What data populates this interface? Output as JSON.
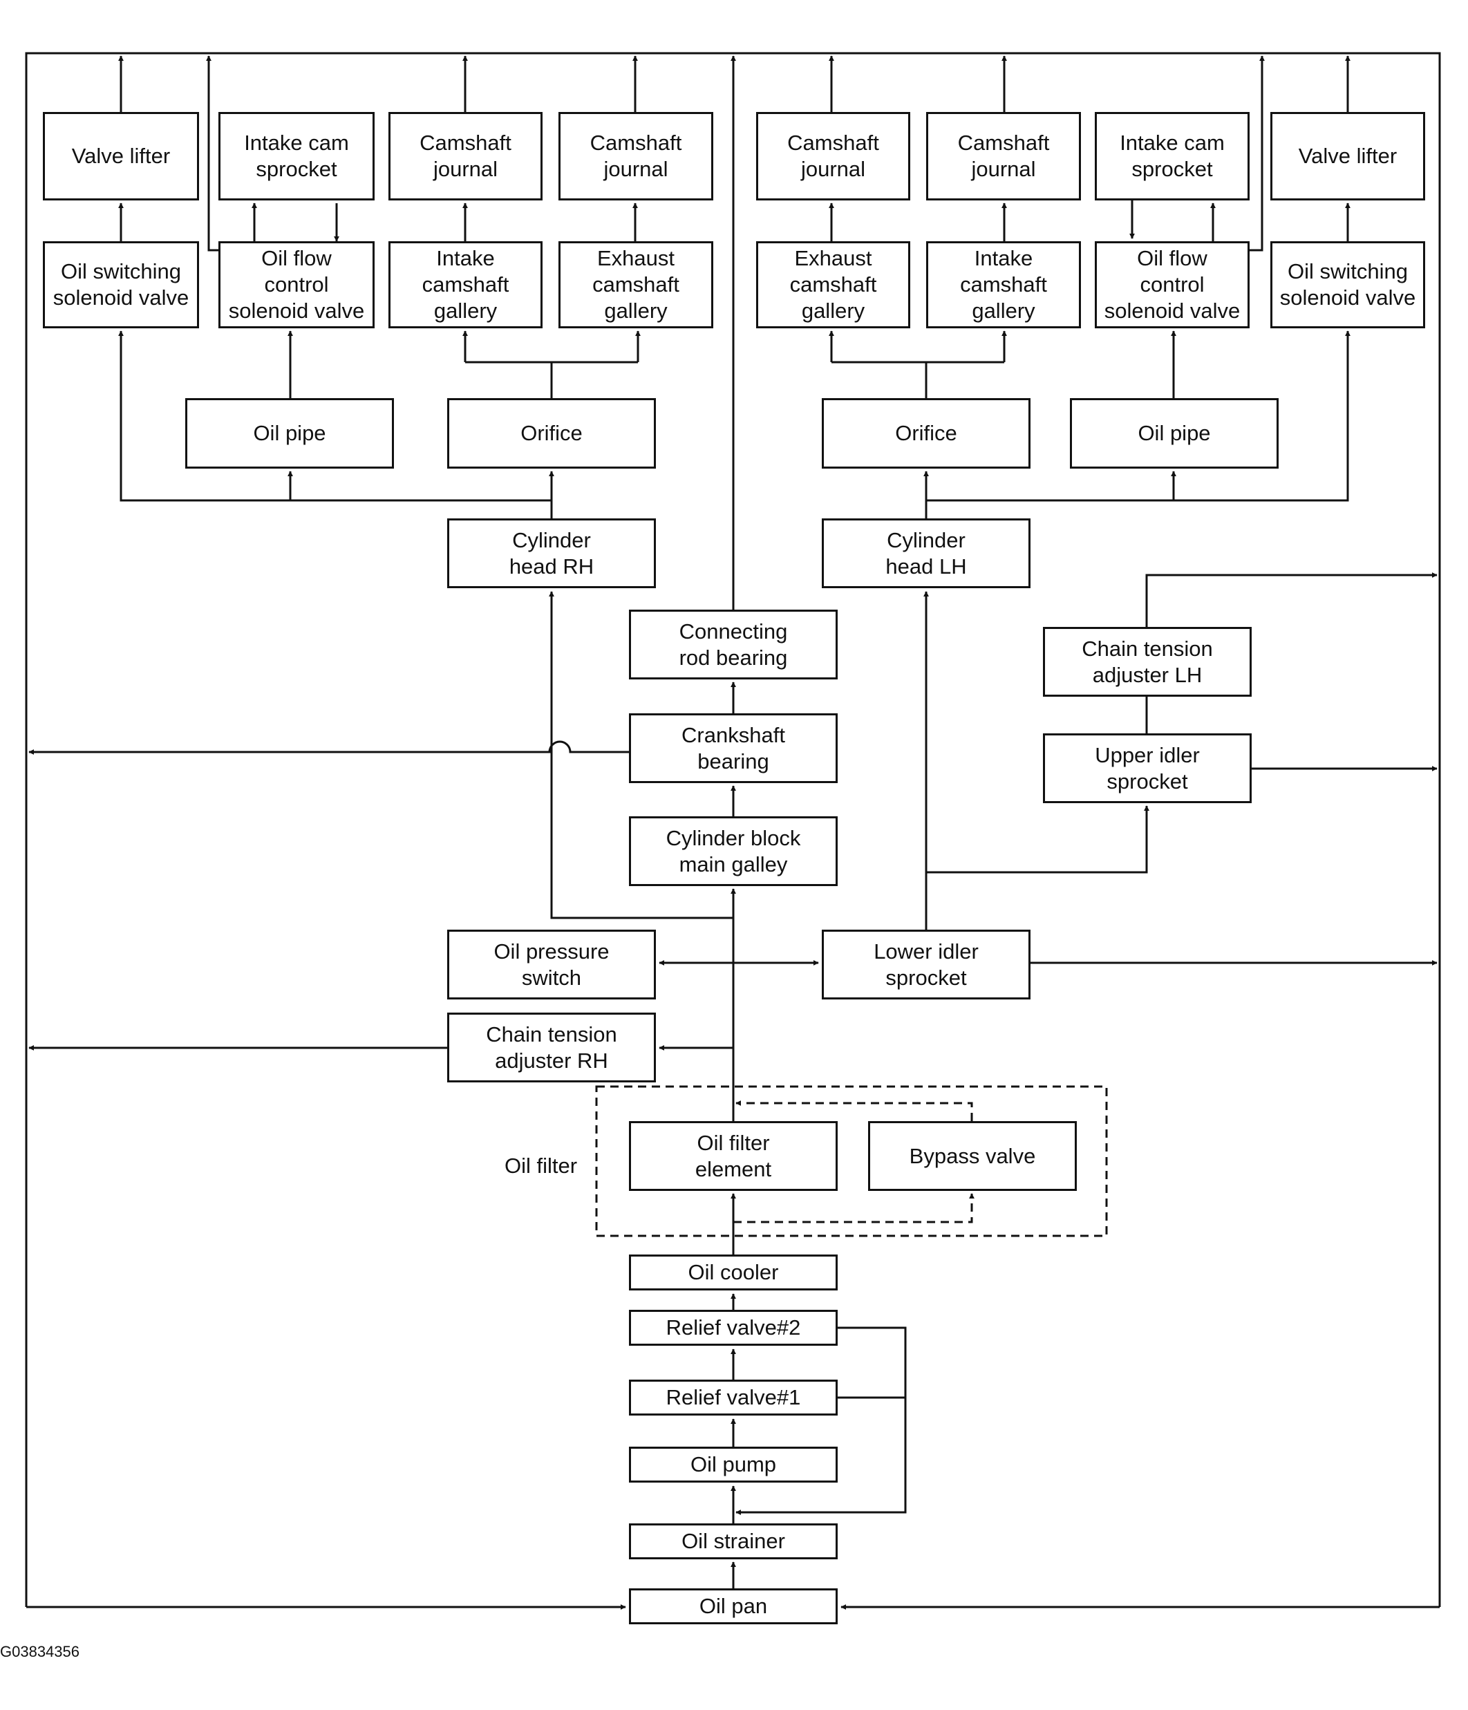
{
  "nodes": {
    "valve_lifter_rh": "Valve lifter",
    "intake_cam_sprocket_rh": "Intake cam\nsprocket",
    "camshaft_journal_rh_1": "Camshaft\njournal",
    "camshaft_journal_rh_2": "Camshaft\njournal",
    "camshaft_journal_lh_1": "Camshaft\njournal",
    "camshaft_journal_lh_2": "Camshaft\njournal",
    "intake_cam_sprocket_lh": "Intake cam\nsprocket",
    "valve_lifter_lh": "Valve lifter",
    "oil_switching_solenoid_rh": "Oil switching\nsolenoid valve",
    "oil_flow_control_solenoid_rh": "Oil flow\ncontrol\nsolenoid valve",
    "intake_camshaft_gallery_rh": "Intake\ncamshaft\ngallery",
    "exhaust_camshaft_gallery_rh": "Exhaust\ncamshaft\ngallery",
    "exhaust_camshaft_gallery_lh": "Exhaust\ncamshaft\ngallery",
    "intake_camshaft_gallery_lh": "Intake\ncamshaft\ngallery",
    "oil_flow_control_solenoid_lh": "Oil flow\ncontrol\nsolenoid valve",
    "oil_switching_solenoid_lh": "Oil switching\nsolenoid valve",
    "oil_pipe_rh": "Oil pipe",
    "orifice_rh": "Orifice",
    "orifice_lh": "Orifice",
    "oil_pipe_lh": "Oil pipe",
    "cylinder_head_rh": "Cylinder\nhead RH",
    "cylinder_head_lh": "Cylinder\nhead LH",
    "connecting_rod_bearing": "Connecting\nrod bearing",
    "chain_tension_adjuster_lh": "Chain tension\nadjuster LH",
    "crankshaft_bearing": "Crankshaft\nbearing",
    "upper_idler_sprocket": "Upper idler\nsprocket",
    "cylinder_block_main_galley": "Cylinder block\nmain galley",
    "oil_pressure_switch": "Oil pressure\nswitch",
    "lower_idler_sprocket": "Lower idler\nsprocket",
    "chain_tension_adjuster_rh": "Chain tension\nadjuster RH",
    "oil_filter_element": "Oil filter\nelement",
    "bypass_valve": "Bypass valve",
    "oil_cooler": "Oil cooler",
    "relief_valve_2": "Relief valve#2",
    "relief_valve_1": "Relief valve#1",
    "oil_pump": "Oil pump",
    "oil_strainer": "Oil strainer",
    "oil_pan": "Oil pan"
  },
  "labels": {
    "oil_filter": "Oil filter",
    "figure_id": "G03834356"
  }
}
